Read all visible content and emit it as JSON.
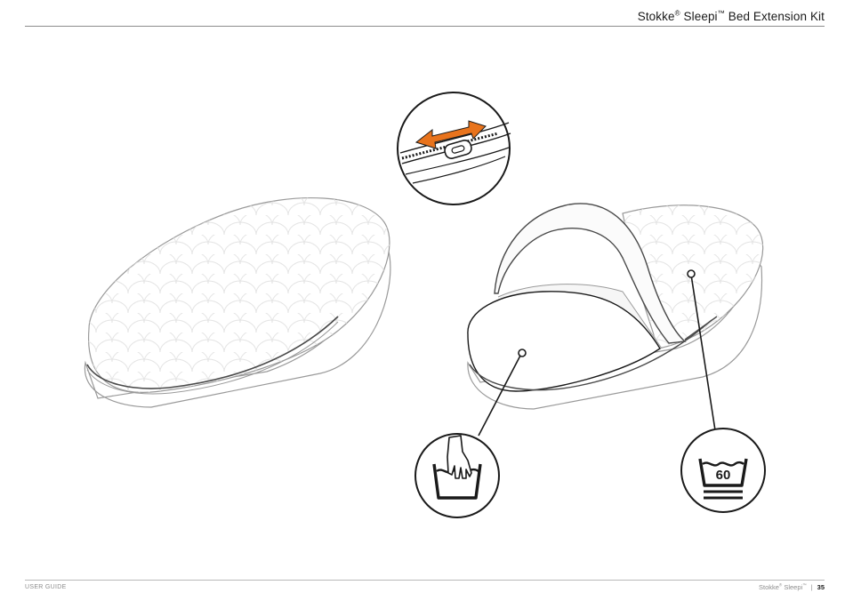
{
  "header": {
    "brand": "Stokke",
    "reg_mark": "®",
    "product": "Sleepi",
    "tm_mark": "™",
    "rest": "Bed Extension Kit"
  },
  "footer": {
    "left": "USER GUIDE",
    "brand": "Stokke",
    "reg_mark": "®",
    "product": "Sleepi",
    "tm_mark": "™",
    "separator": "|",
    "page": "35"
  },
  "care_symbols": {
    "hand_wash": {
      "icon": "hand-wash-icon"
    },
    "machine_wash": {
      "icon": "machine-wash-60-icon",
      "temperature": "60"
    }
  },
  "zipper_detail": {
    "icon": "zipper-icon",
    "arrow": "double-arrow-icon",
    "arrow_color": "#e8731c"
  },
  "colors": {
    "line": "#1a1a1a",
    "mattress_line": "#9a9a9a",
    "accent": "#e8731c"
  }
}
